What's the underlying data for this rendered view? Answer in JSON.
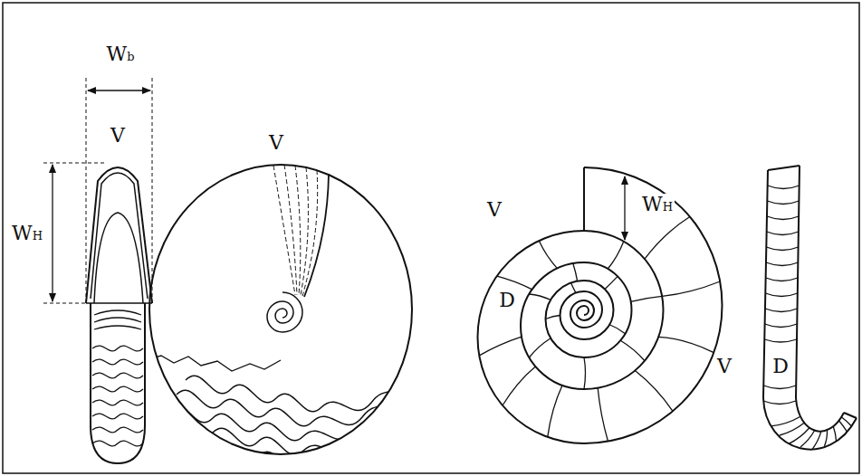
{
  "diagram": {
    "labels": [
      "Wb",
      "V",
      "WH",
      "V",
      "V",
      "D",
      "WH",
      "V",
      "D"
    ]
  }
}
